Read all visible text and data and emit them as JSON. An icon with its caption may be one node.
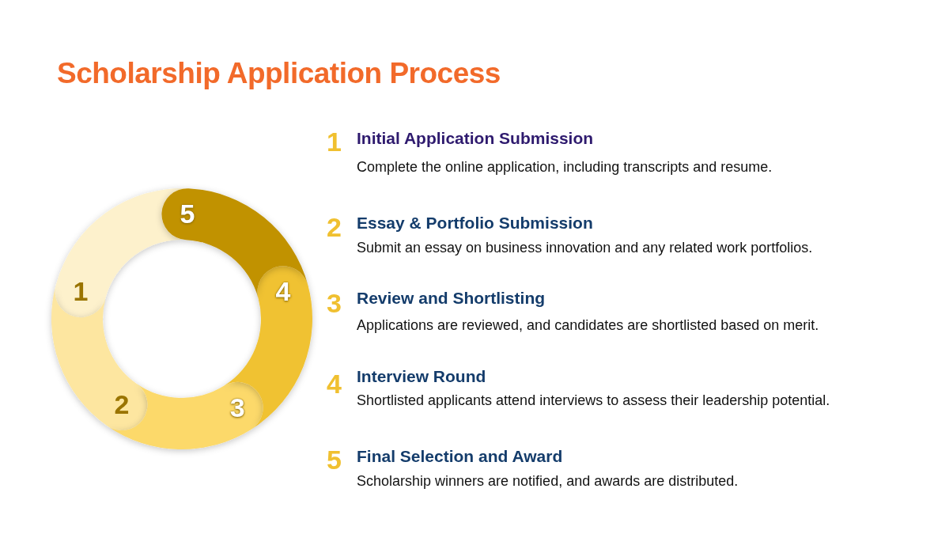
{
  "diagram": {
    "title": "Scholarship Application Process",
    "nodes": [
      {
        "text": [
          "1"
        ]
      },
      {
        "text": [
          "2"
        ]
      },
      {
        "text": [
          "3"
        ]
      },
      {
        "text": [
          "4"
        ]
      },
      {
        "text": [
          "5"
        ]
      }
    ],
    "labels": [
      "1",
      "Initial Application Submission",
      "Complete the online application, including transcripts and resume.",
      "2",
      "Essay & Portfolio Submission",
      "Submit an essay on business innovation and any related work portfolios.",
      "3",
      "Review and Shortlisting",
      "Applications are reviewed, and candidates are shortlisted based on merit.",
      "4",
      "Interview Round",
      "Shortlisted applicants attend interviews to assess their leadership potential.",
      "5",
      "Final Selection and Award",
      "Scholarship winners are notified, and awards are distributed."
    ]
  }
}
